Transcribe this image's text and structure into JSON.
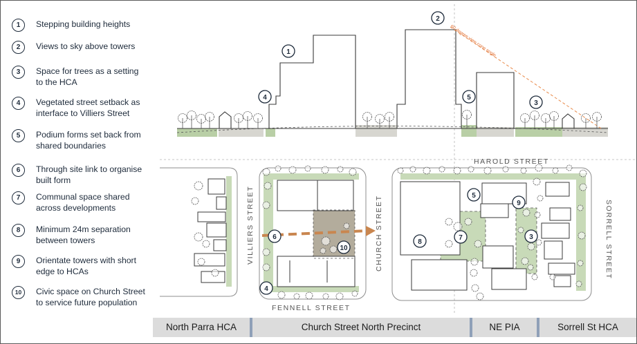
{
  "legend": [
    {
      "num": "1",
      "text": "Stepping building heights"
    },
    {
      "num": "2",
      "text": "Views to sky above towers"
    },
    {
      "num": "3",
      "text": "Space for trees as a setting\nto the HCA"
    },
    {
      "num": "4",
      "text": "Vegetated street setback as\ninterface to Villiers Street"
    },
    {
      "num": "5",
      "text": "Podium forms set back from\nshared boundaries"
    },
    {
      "num": "6",
      "text": "Through site link to organise\nbuilt form"
    },
    {
      "num": "7",
      "text": "Communal space shared\nacross developments"
    },
    {
      "num": "8",
      "text": "Minimum 24m separation\nbetween towers"
    },
    {
      "num": "9",
      "text": "Orientate towers with short\nedge to HCAs"
    },
    {
      "num": "10",
      "text": "Civic space on Church Street\nto service future population"
    }
  ],
  "section": {
    "view_cone_label": "60 degree view cone angle",
    "markers": [
      "1",
      "2",
      "3",
      "4",
      "5"
    ]
  },
  "plan": {
    "streets": {
      "villiers": "VILLIERS STREET",
      "church": "CHURCH STREET",
      "fennell": "FENNELL STREET",
      "harold": "HAROLD STREET",
      "sorrell": "SORRELL STREET"
    },
    "markers": [
      "4",
      "5",
      "3",
      "6",
      "10",
      "8",
      "7",
      "9"
    ]
  },
  "precincts": [
    {
      "name": "North Parra HCA"
    },
    {
      "name": "Church Street North Precinct"
    },
    {
      "name": "NE PIA"
    },
    {
      "name": "Sorrell St HCA"
    }
  ],
  "colors": {
    "green": "#b9cfa6",
    "grey": "#d7d6d0",
    "link": "#c9864f",
    "civic": "#b3ac9c",
    "line": "#3a3a3a",
    "navy": "#1d2a3a"
  }
}
